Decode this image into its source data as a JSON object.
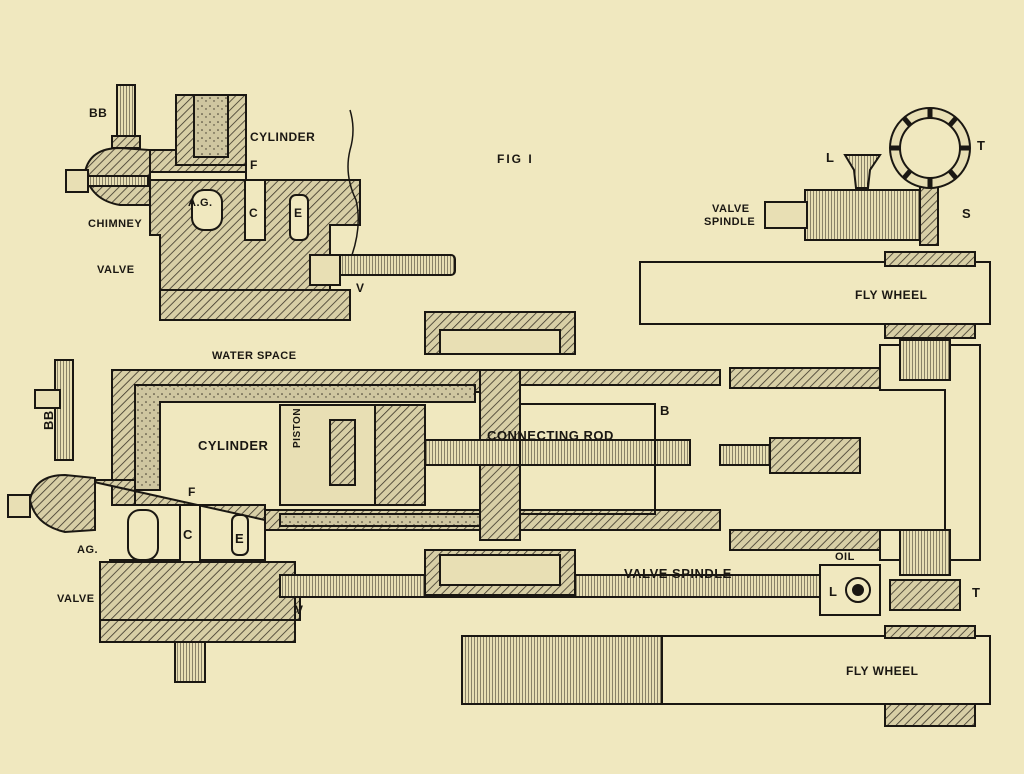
{
  "figure": {
    "title": "FIG I"
  },
  "colors": {
    "paper": "#f0e8bf",
    "ink": "#1a1712",
    "hatch": "#3a3428"
  },
  "labels": {
    "top_bb": "BB",
    "top_cylinder": "CYLINDER",
    "top_f": "F",
    "top_ag": "A.G.",
    "top_c": "C",
    "top_e": "E",
    "top_chimney": "CHIMNEY",
    "top_valve": "VALVE",
    "top_v": "V",
    "l_label": "L",
    "t_label_top": "T",
    "valve_spindle_small_1": "VALVE",
    "valve_spindle_small_2": "SPINDLE",
    "s_label": "S",
    "fly_wheel_top": "FLY WHEEL",
    "water_space": "WATER SPACE",
    "cylinder_main": "CYLINDER",
    "piston": "PISTON",
    "connecting_rod": "CONNECTING ROD",
    "b_label": "B",
    "main_bb": "BB",
    "main_f": "F",
    "main_ag": "AG.",
    "main_c": "C",
    "main_e": "E",
    "main_valve": "VALVE",
    "main_v": "V",
    "valve_spindle_main": "VALVE SPINDLE",
    "oil": "OIL",
    "l_bottom": "L",
    "t_bottom": "T",
    "fly_wheel_bottom": "FLY WHEEL"
  }
}
